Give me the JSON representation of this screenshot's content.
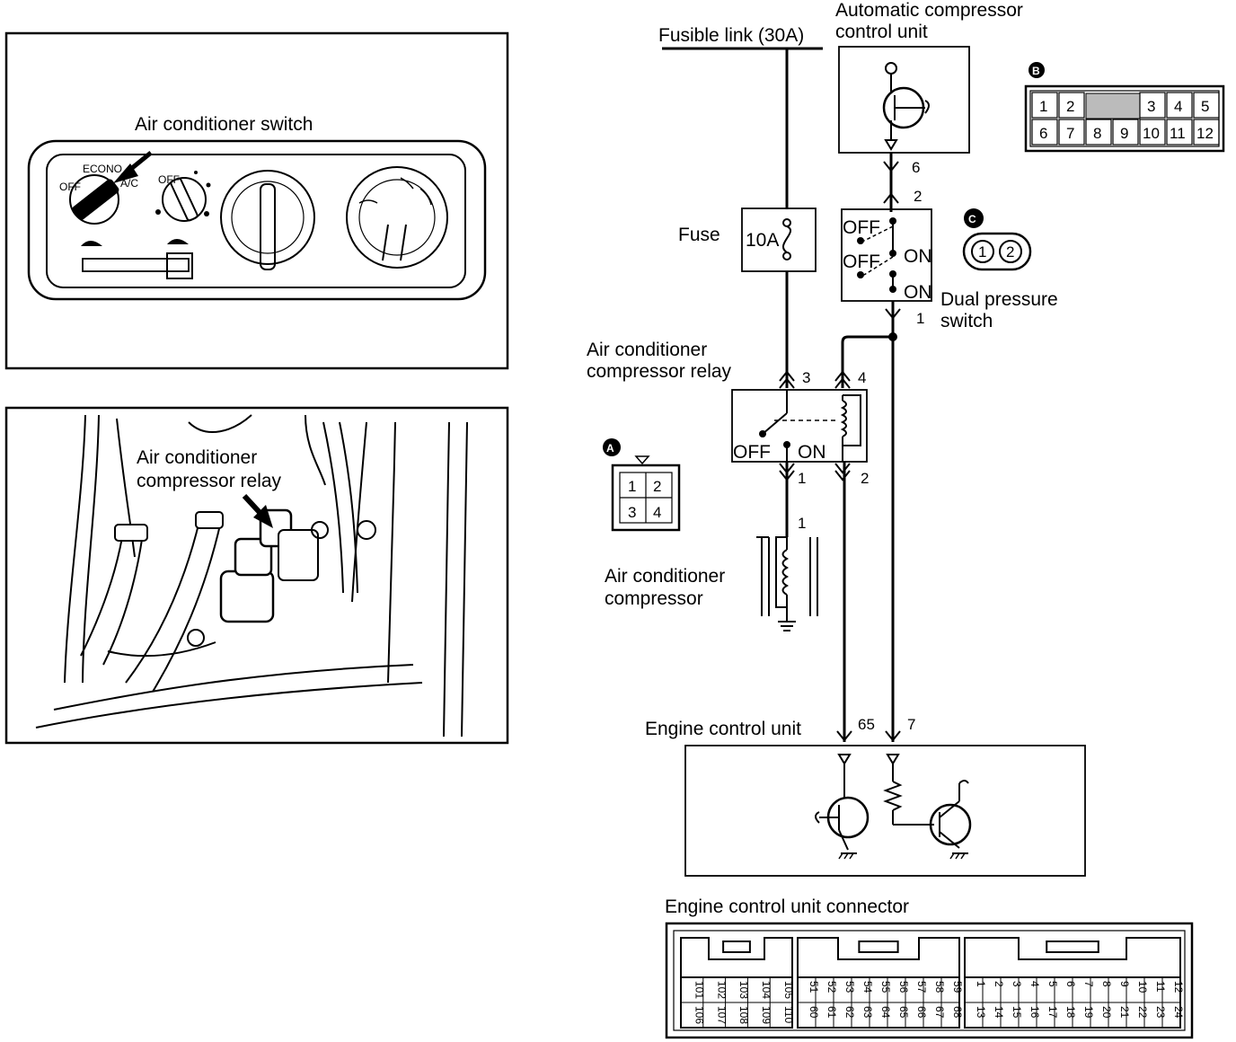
{
  "switch_panel": {
    "title": "Air conditioner switch",
    "marks": {
      "off": "OFF",
      "econo": "ECONO",
      "ac": "A/C",
      "off2": "OFF"
    }
  },
  "relay_photo": {
    "title_line1": "Air conditioner",
    "title_line2": "compressor relay"
  },
  "schematic": {
    "fusible_link": "Fusible link (30A)",
    "auto_unit_line1": "Automatic compressor",
    "auto_unit_line2": "control unit",
    "fuse_label": "Fuse",
    "fuse_rating": "10A",
    "dual_pressure_line1": "Dual pressure",
    "dual_pressure_line2": "switch",
    "relay_line1": "Air conditioner",
    "relay_line2": "compressor relay",
    "compressor_line1": "Air conditioner",
    "compressor_line2": "compressor",
    "ecu_label": "Engine control unit",
    "ecu_connector_label": "Engine control unit connector",
    "state_off": "OFF",
    "state_on": "ON",
    "pins": {
      "acu_out": "6",
      "dps_top": "2",
      "dps_bottom": "1",
      "relay_3": "3",
      "relay_4": "4",
      "relay_1": "1",
      "relay_2": "2",
      "comp_1": "1",
      "ecu_65": "65",
      "ecu_7": "7"
    }
  },
  "connectors": {
    "A": {
      "letter": "A",
      "pins": [
        "1",
        "2",
        "3",
        "4"
      ]
    },
    "B": {
      "letter": "B",
      "row1": [
        "1",
        "2",
        "3",
        "4",
        "5"
      ],
      "row2": [
        "6",
        "7",
        "8",
        "9",
        "10",
        "11",
        "12"
      ]
    },
    "C": {
      "letter": "C",
      "pins": [
        "1",
        "2"
      ]
    }
  },
  "ecu_connector": {
    "blocks": [
      {
        "top": [
          "101",
          "102",
          "103",
          "104",
          "105"
        ],
        "bottom": [
          "106",
          "107",
          "108",
          "109",
          "110"
        ]
      },
      {
        "top": [
          "51",
          "52",
          "53",
          "54",
          "55",
          "56",
          "57",
          "58",
          "59"
        ],
        "bottom": [
          "60",
          "61",
          "62",
          "63",
          "64",
          "65",
          "66",
          "67",
          "68"
        ]
      },
      {
        "top": [
          "1",
          "2",
          "3",
          "4",
          "5",
          "6",
          "7",
          "8",
          "9",
          "10",
          "11",
          "12"
        ],
        "bottom": [
          "13",
          "14",
          "15",
          "16",
          "17",
          "18",
          "19",
          "20",
          "21",
          "22",
          "23",
          "24"
        ]
      }
    ]
  }
}
